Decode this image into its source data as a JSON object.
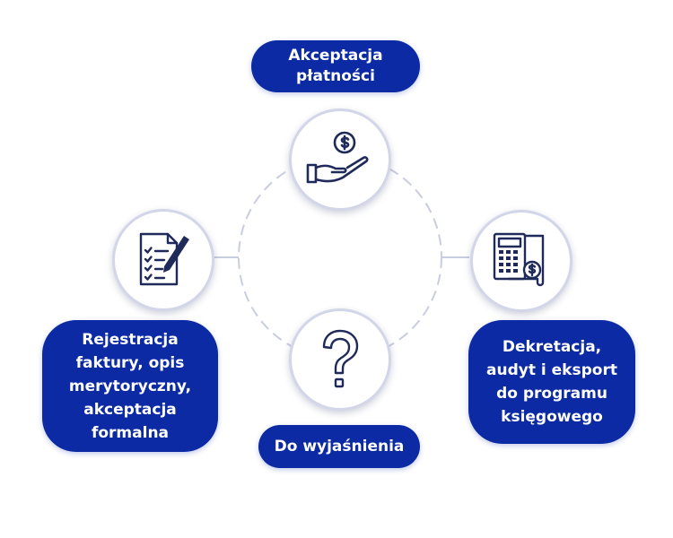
{
  "diagram": {
    "accent_color": "#0b2aa3",
    "icon_color": "#1f2a5a",
    "ring_color": "#c9cde0",
    "steps": [
      {
        "id": "top",
        "label": "Akceptacja\npłatności",
        "icon": "hand-coin-icon"
      },
      {
        "id": "left",
        "label": "Rejestracja\nfaktury, opis\nmerytoryczny,\nakceptacja\nformalna",
        "icon": "document-pen-icon"
      },
      {
        "id": "right",
        "label": "Dekretacja,\naudyt i eksport\ndo programu\nksięgowego",
        "icon": "calculator-receipt-icon"
      },
      {
        "id": "bottom",
        "label": "Do wyjaśnienia",
        "icon": "question-mark-icon"
      }
    ]
  }
}
